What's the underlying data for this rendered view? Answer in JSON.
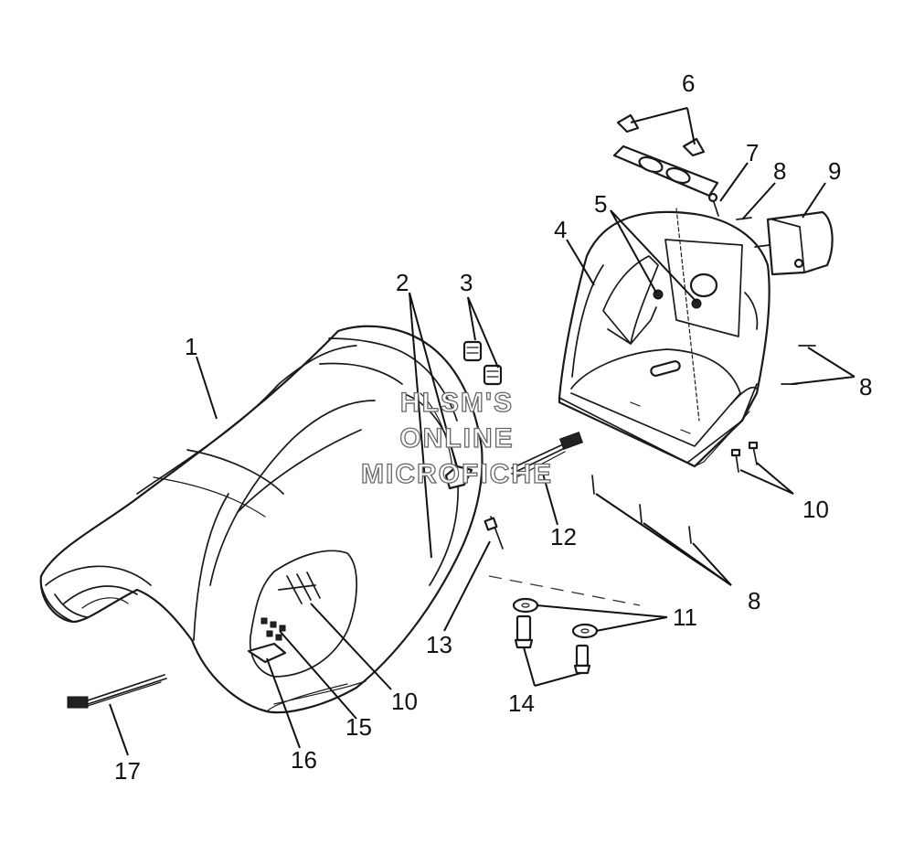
{
  "diagram": {
    "callouts": [
      "1",
      "2",
      "3",
      "4",
      "5",
      "6",
      "7",
      "8",
      "9",
      "10",
      "11",
      "12",
      "13",
      "14",
      "15",
      "16",
      "17"
    ],
    "extra_callouts": {
      "8b": "8",
      "8c": "8",
      "10b": "10"
    },
    "watermark": [
      "HLSM'S",
      "ONLINE",
      "MICROFICHE"
    ]
  }
}
